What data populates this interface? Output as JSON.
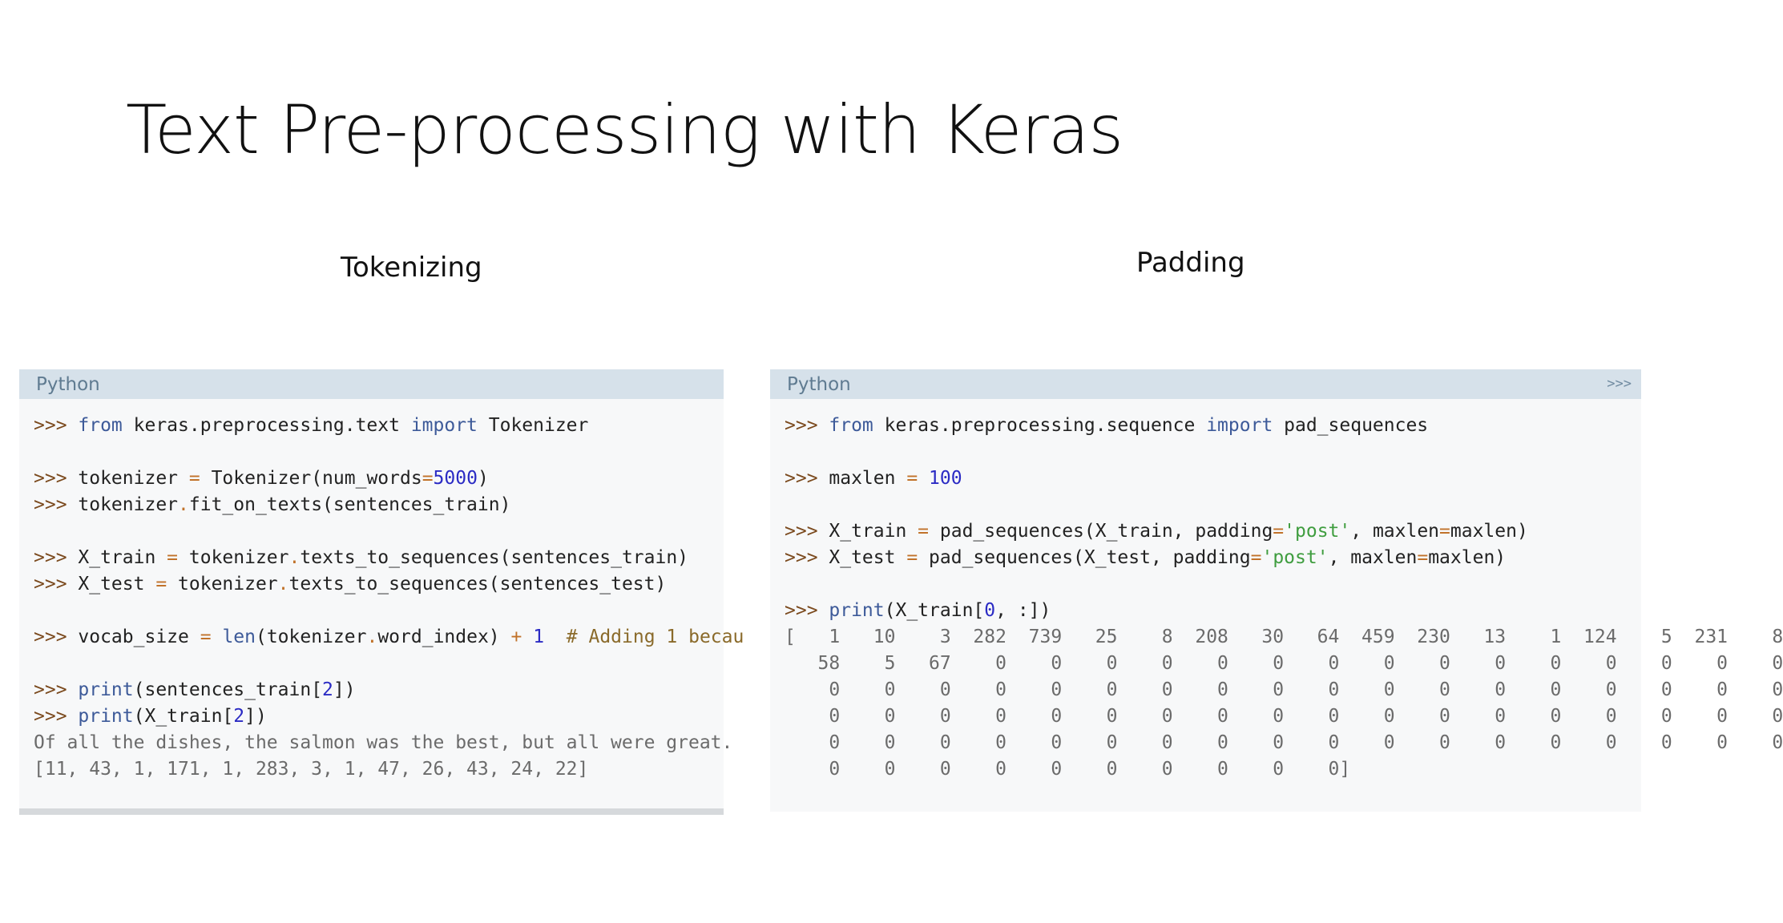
{
  "title": "Text Pre-processing with Keras",
  "sections": {
    "left_label": "Tokenizing",
    "right_label": "Padding"
  },
  "left_panel": {
    "language": "Python",
    "lines": [
      [
        {
          "t": ">>> ",
          "c": "p"
        },
        {
          "t": "from",
          "c": "kw"
        },
        {
          "t": " keras.preprocessing.text ",
          "c": ""
        },
        {
          "t": "import",
          "c": "kw"
        },
        {
          "t": " Tokenizer",
          "c": ""
        }
      ],
      [],
      [
        {
          "t": ">>> ",
          "c": "p"
        },
        {
          "t": "tokenizer ",
          "c": ""
        },
        {
          "t": "=",
          "c": "op"
        },
        {
          "t": " Tokenizer(num_words",
          "c": ""
        },
        {
          "t": "=",
          "c": "op"
        },
        {
          "t": "5000",
          "c": "num"
        },
        {
          "t": ")",
          "c": ""
        }
      ],
      [
        {
          "t": ">>> ",
          "c": "p"
        },
        {
          "t": "tokenizer",
          "c": ""
        },
        {
          "t": ".",
          "c": "op"
        },
        {
          "t": "fit_on_texts(sentences_train)",
          "c": ""
        }
      ],
      [],
      [
        {
          "t": ">>> ",
          "c": "p"
        },
        {
          "t": "X_train ",
          "c": ""
        },
        {
          "t": "=",
          "c": "op"
        },
        {
          "t": " tokenizer",
          "c": ""
        },
        {
          "t": ".",
          "c": "op"
        },
        {
          "t": "texts_to_sequences(sentences_train)",
          "c": ""
        }
      ],
      [
        {
          "t": ">>> ",
          "c": "p"
        },
        {
          "t": "X_test ",
          "c": ""
        },
        {
          "t": "=",
          "c": "op"
        },
        {
          "t": " tokenizer",
          "c": ""
        },
        {
          "t": ".",
          "c": "op"
        },
        {
          "t": "texts_to_sequences(sentences_test)",
          "c": ""
        }
      ],
      [],
      [
        {
          "t": ">>> ",
          "c": "p"
        },
        {
          "t": "vocab_size ",
          "c": ""
        },
        {
          "t": "=",
          "c": "op"
        },
        {
          "t": " ",
          "c": ""
        },
        {
          "t": "len",
          "c": "kw"
        },
        {
          "t": "(tokenizer",
          "c": ""
        },
        {
          "t": ".",
          "c": "op"
        },
        {
          "t": "word_index) ",
          "c": ""
        },
        {
          "t": "+",
          "c": "op"
        },
        {
          "t": " ",
          "c": ""
        },
        {
          "t": "1",
          "c": "num"
        },
        {
          "t": "  # Adding 1 becau",
          "c": "cm"
        }
      ],
      [],
      [
        {
          "t": ">>> ",
          "c": "p"
        },
        {
          "t": "print",
          "c": "kw"
        },
        {
          "t": "(sentences_train[",
          "c": ""
        },
        {
          "t": "2",
          "c": "num"
        },
        {
          "t": "])",
          "c": ""
        }
      ],
      [
        {
          "t": ">>> ",
          "c": "p"
        },
        {
          "t": "print",
          "c": "kw"
        },
        {
          "t": "(X_train[",
          "c": ""
        },
        {
          "t": "2",
          "c": "num"
        },
        {
          "t": "])",
          "c": ""
        }
      ],
      [
        {
          "t": "Of all the dishes, the salmon was the best, but all were great.",
          "c": "out"
        }
      ],
      [
        {
          "t": "[11, 43, 1, 171, 1, 283, 3, 1, 47, 26, 43, 24, 22]",
          "c": "out"
        }
      ]
    ]
  },
  "right_panel": {
    "language": "Python",
    "prompt_toggle": ">>>",
    "lines": [
      [
        {
          "t": ">>> ",
          "c": "p"
        },
        {
          "t": "from",
          "c": "kw"
        },
        {
          "t": " keras.preprocessing.sequence ",
          "c": ""
        },
        {
          "t": "import",
          "c": "kw"
        },
        {
          "t": " pad_sequences",
          "c": ""
        }
      ],
      [],
      [
        {
          "t": ">>> ",
          "c": "p"
        },
        {
          "t": "maxlen ",
          "c": ""
        },
        {
          "t": "=",
          "c": "op"
        },
        {
          "t": " ",
          "c": ""
        },
        {
          "t": "100",
          "c": "num"
        }
      ],
      [],
      [
        {
          "t": ">>> ",
          "c": "p"
        },
        {
          "t": "X_train ",
          "c": ""
        },
        {
          "t": "=",
          "c": "op"
        },
        {
          "t": " pad_sequences(X_train, padding",
          "c": ""
        },
        {
          "t": "=",
          "c": "op"
        },
        {
          "t": "'post'",
          "c": "str"
        },
        {
          "t": ", maxlen",
          "c": ""
        },
        {
          "t": "=",
          "c": "op"
        },
        {
          "t": "maxlen)",
          "c": ""
        }
      ],
      [
        {
          "t": ">>> ",
          "c": "p"
        },
        {
          "t": "X_test ",
          "c": ""
        },
        {
          "t": "=",
          "c": "op"
        },
        {
          "t": " pad_sequences(X_test, padding",
          "c": ""
        },
        {
          "t": "=",
          "c": "op"
        },
        {
          "t": "'post'",
          "c": "str"
        },
        {
          "t": ", maxlen",
          "c": ""
        },
        {
          "t": "=",
          "c": "op"
        },
        {
          "t": "maxlen)",
          "c": ""
        }
      ],
      [],
      [
        {
          "t": ">>> ",
          "c": "p"
        },
        {
          "t": "print",
          "c": "kw"
        },
        {
          "t": "(X_train[",
          "c": ""
        },
        {
          "t": "0",
          "c": "num"
        },
        {
          "t": ", :])",
          "c": ""
        }
      ],
      [
        {
          "t": "[   1   10    3  282  739   25    8  208   30   64  459  230   13    1  124    5  231    8",
          "c": "out"
        }
      ],
      [
        {
          "t": "   58    5   67    0    0    0    0    0    0    0    0    0    0    0    0    0    0    0",
          "c": "out"
        }
      ],
      [
        {
          "t": "    0    0    0    0    0    0    0    0    0    0    0    0    0    0    0    0    0    0",
          "c": "out"
        }
      ],
      [
        {
          "t": "    0    0    0    0    0    0    0    0    0    0    0    0    0    0    0    0    0    0",
          "c": "out"
        }
      ],
      [
        {
          "t": "    0    0    0    0    0    0    0    0    0    0    0    0    0    0    0    0    0    0",
          "c": "out"
        }
      ],
      [
        {
          "t": "    0    0    0    0    0    0    0    0    0    0]",
          "c": "out"
        }
      ]
    ]
  }
}
